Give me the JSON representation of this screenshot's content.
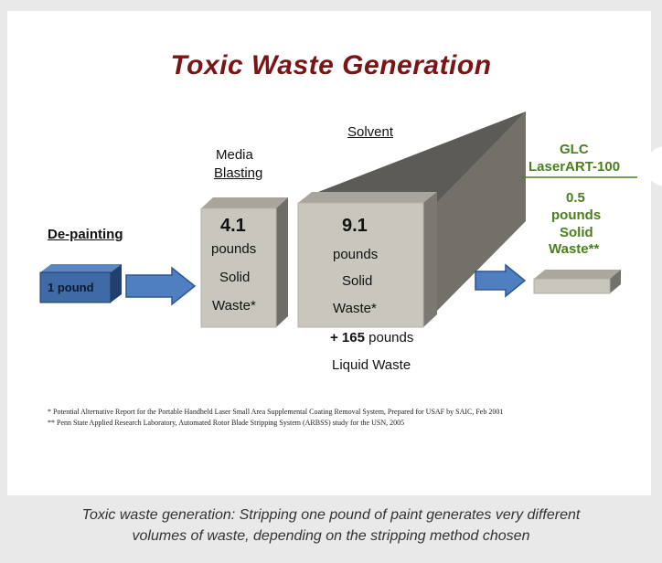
{
  "title": "Toxic Waste Generation",
  "depainting": {
    "heading": "De-painting",
    "block_label": "1 pound"
  },
  "media_blasting": {
    "heading_line1": "Media",
    "heading_line2": "Blasting",
    "value": "4.1",
    "line1": "pounds",
    "line2": "Solid",
    "line3": "Waste*"
  },
  "solvent": {
    "heading": "Solvent",
    "value": "9.1",
    "line1": "pounds",
    "line2": "Solid",
    "line3": "Waste*",
    "liquid_line1": "+ 165",
    "liquid_line1_unit": "pounds",
    "liquid_line2": "Liquid Waste"
  },
  "glc": {
    "heading_line1": "GLC",
    "heading_line2": "LaserART-100",
    "value_line1": "0.5",
    "value_line2": "pounds",
    "value_line3": "Solid",
    "value_line4": "Waste**"
  },
  "footnotes": [
    "* Potential Alternative Report for the Portable Handheld Laser Small Area Supplemental Coating Removal System, Prepared for USAF by SAIC, Feb 2001",
    "** Penn State Applied Research Laboratory, Automated Rotor Blade Stripping System (ARBSS) study for the USN, 2005"
  ],
  "caption": {
    "line1": "Toxic waste generation: Stripping one pound of paint generates very different",
    "line2": "volumes of waste, depending on the stripping method chosen"
  },
  "colors": {
    "title": "#7b1414",
    "accent_green": "#4a7f1e",
    "blue_block": "#3f6aa6",
    "arrow_blue": "#4f7fc0",
    "gray_block": "#c9c6bd"
  }
}
